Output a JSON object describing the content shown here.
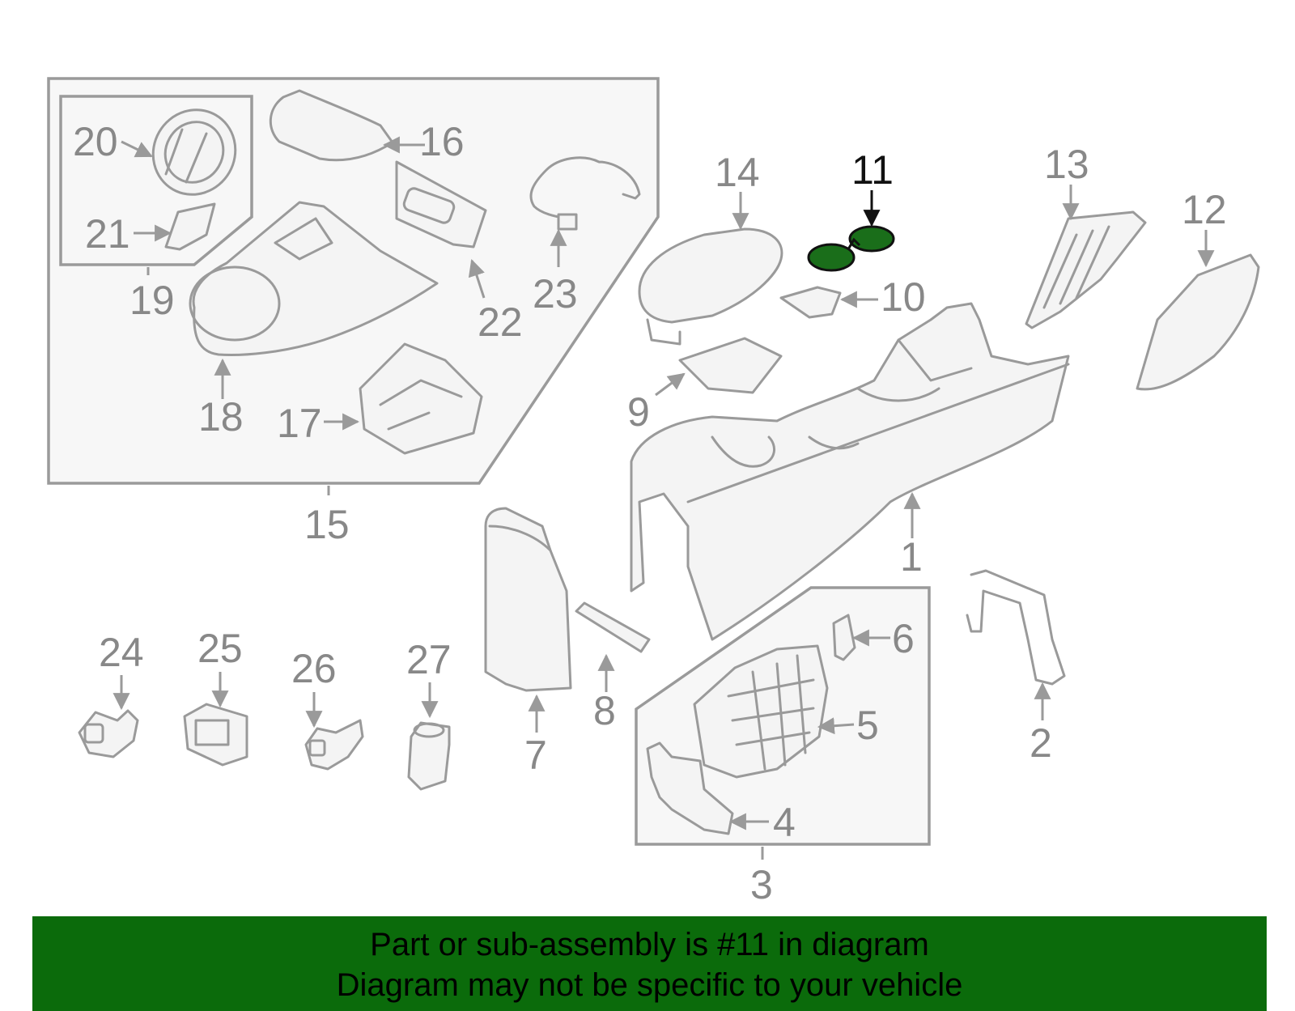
{
  "highlight": {
    "part_number": "11",
    "color": "#1a6e1a"
  },
  "callouts": {
    "c1": "1",
    "c2": "2",
    "c3": "3",
    "c4": "4",
    "c5": "5",
    "c6": "6",
    "c7": "7",
    "c8": "8",
    "c9": "9",
    "c10": "10",
    "c11": "11",
    "c12": "12",
    "c13": "13",
    "c14": "14",
    "c15": "15",
    "c16": "16",
    "c17": "17",
    "c18": "18",
    "c19": "19",
    "c20": "20",
    "c21": "21",
    "c22": "22",
    "c23": "23",
    "c24": "24",
    "c25": "25",
    "c26": "26",
    "c27": "27"
  },
  "banner": {
    "line1": "Part or sub-assembly is #11 in diagram",
    "line2": "Diagram may not be specific to your vehicle",
    "background": "#0b6b0b"
  }
}
